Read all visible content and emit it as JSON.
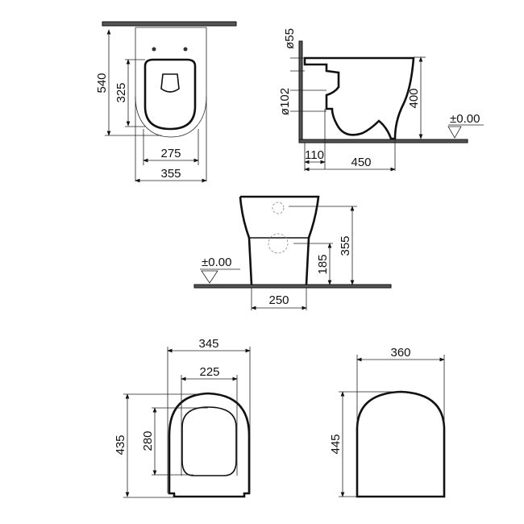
{
  "drawing": {
    "top_view": {
      "overall_length": "540",
      "bowl_length": "325",
      "inner_width": "275",
      "overall_width": "355"
    },
    "side_view": {
      "inlet_diameter": "ø55",
      "outlet_diameter": "ø102",
      "height": "400",
      "floor_level": "±0.00",
      "outlet_offset": "110",
      "depth": "450"
    },
    "front_view": {
      "floor_level": "±0.00",
      "outlet_height": "185",
      "inlet_height": "355",
      "base_width": "250"
    },
    "seat_view": {
      "outer_width": "345",
      "inner_width": "225",
      "outer_length": "435",
      "inner_length": "280"
    },
    "cover_view": {
      "width": "360",
      "length": "445"
    }
  }
}
